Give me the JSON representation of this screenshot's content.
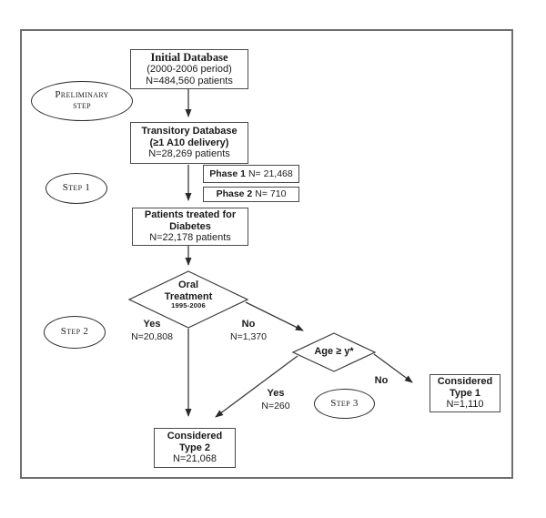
{
  "boxes": {
    "initial": {
      "title": "Initial Database",
      "line2": "(2000-2006 period)",
      "line3": "N=484,560 patients"
    },
    "transitory": {
      "line1": "Transitory Database",
      "line2": "(≥1 A10 delivery)",
      "line3": "N=28,269 patients"
    },
    "phase1": {
      "label": "Phase 1",
      "value": "N= 21,468"
    },
    "phase2": {
      "label": "Phase 2",
      "value": "N= 710"
    },
    "patients": {
      "line1": "Patients treated for",
      "line2": "Diabetes",
      "line3": "N=22,178 patients"
    },
    "type1": {
      "line1": "Considered",
      "line2": "Type 1",
      "line3": "N=1,110"
    },
    "type2": {
      "line1": "Considered",
      "line2": "Type 2",
      "line3": "N=21,068"
    }
  },
  "diamonds": {
    "oral": {
      "line1": "Oral",
      "line2": "Treatment",
      "line3": "1995-2006"
    },
    "age": {
      "label": "Age ≥ y*"
    }
  },
  "steps": {
    "preliminary": {
      "line1": "Preliminary",
      "line2": "step"
    },
    "step1": "Step 1",
    "step2": "Step 2",
    "step3": "Step 3"
  },
  "branches": {
    "oral_yes": {
      "label": "Yes",
      "value": "N=20,808"
    },
    "oral_no": {
      "label": "No",
      "value": "N=1,370"
    },
    "age_yes": {
      "label": "Yes",
      "value": "N=260"
    },
    "age_no": {
      "label": "No"
    }
  },
  "colors": {
    "line": "#3a3a3a",
    "border": "#4a4a4a",
    "frame": "#6e6e6e",
    "text": "#1a1a1a",
    "background": "#ffffff"
  }
}
